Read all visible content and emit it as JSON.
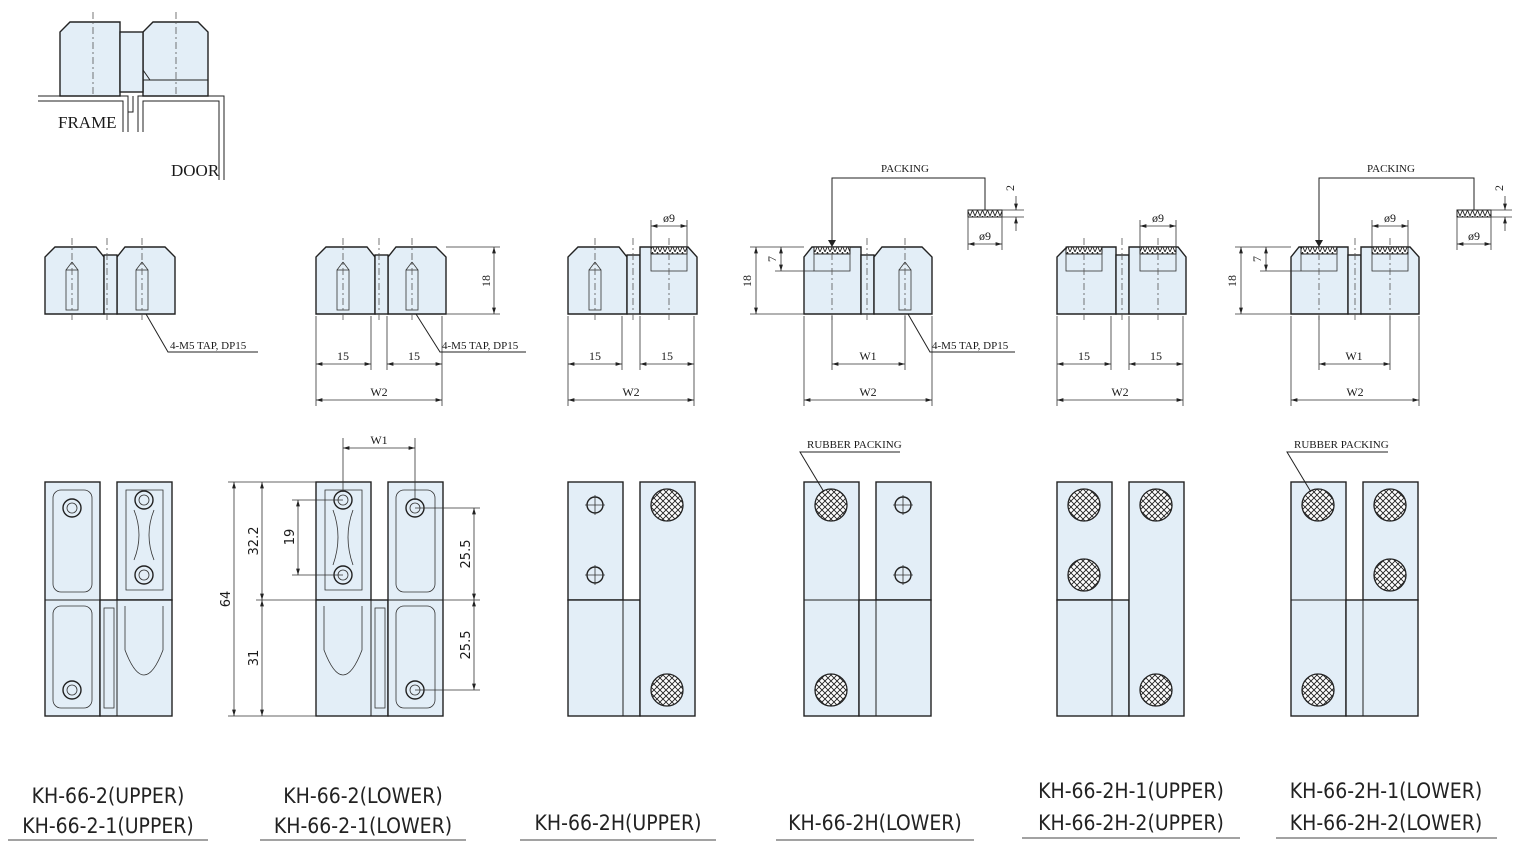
{
  "callouts": {
    "frame": "FRAME",
    "door": "DOOR",
    "tap": "4-M5 TAP, DP15",
    "packing": "PACKING",
    "rubber_packing": "RUBBER PACKING"
  },
  "dimensions": {
    "d15": "15",
    "w1": "W1",
    "w2": "W2",
    "d18": "18",
    "d7": "7",
    "d2": "2",
    "phi9": "ø9",
    "d64": "64",
    "d32_2": "32.2",
    "d31": "31",
    "d19": "19",
    "d25_5": "25.5"
  },
  "models": [
    {
      "line1": "KH-66-2(UPPER)",
      "line2": "KH-66-2-1(UPPER)"
    },
    {
      "line1": "KH-66-2(LOWER)",
      "line2": "KH-66-2-1(LOWER)"
    },
    {
      "line1": "KH-66-2H(UPPER)"
    },
    {
      "line1": "KH-66-2H(LOWER)"
    },
    {
      "line1": "KH-66-2H-1(UPPER)",
      "line2": "KH-66-2H-2(UPPER)"
    },
    {
      "line1": "KH-66-2H-1(LOWER)",
      "line2": "KH-66-2H-2(LOWER)"
    }
  ]
}
